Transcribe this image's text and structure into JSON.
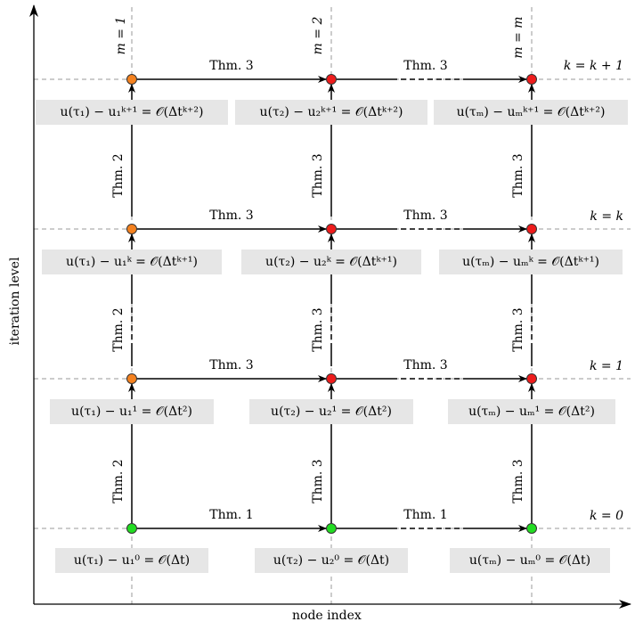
{
  "axes": {
    "x_label": "node index",
    "y_label": "iteration level"
  },
  "columns": [
    {
      "m_label": "m = 1"
    },
    {
      "m_label": "m = 2"
    },
    {
      "m_label": "m = m"
    }
  ],
  "rows": [
    {
      "k_label": "k = k + 1",
      "node_state": "orange-red",
      "h_theorems": [
        "Thm. 3",
        "Thm. 3"
      ],
      "errors": [
        {
          "lhs": "u(τ₁) − u₁ᵏ⁺¹",
          "rhs": "𝒪(Δtᵏ⁺²)"
        },
        {
          "lhs": "u(τ₂) − u₂ᵏ⁺¹",
          "rhs": "𝒪(Δtᵏ⁺²)"
        },
        {
          "lhs": "u(τₘ) − uₘᵏ⁺¹",
          "rhs": "𝒪(Δtᵏ⁺²)"
        }
      ]
    },
    {
      "k_label": "k = k",
      "node_state": "orange-red",
      "h_theorems": [
        "Thm. 3",
        "Thm. 3"
      ],
      "errors": [
        {
          "lhs": "u(τ₁) − u₁ᵏ",
          "rhs": "𝒪(Δtᵏ⁺¹)"
        },
        {
          "lhs": "u(τ₂) − u₂ᵏ",
          "rhs": "𝒪(Δtᵏ⁺¹)"
        },
        {
          "lhs": "u(τₘ) − uₘᵏ",
          "rhs": "𝒪(Δtᵏ⁺¹)"
        }
      ]
    },
    {
      "k_label": "k = 1",
      "node_state": "orange-red",
      "h_theorems": [
        "Thm. 3",
        "Thm. 3"
      ],
      "errors": [
        {
          "lhs": "u(τ₁) − u₁¹",
          "rhs": "𝒪(Δt²)"
        },
        {
          "lhs": "u(τ₂) − u₂¹",
          "rhs": "𝒪(Δt²)"
        },
        {
          "lhs": "u(τₘ) − uₘ¹",
          "rhs": "𝒪(Δt²)"
        }
      ]
    },
    {
      "k_label": "k = 0",
      "node_state": "green",
      "h_theorems": [
        "Thm. 1",
        "Thm. 1"
      ],
      "errors": [
        {
          "lhs": "u(τ₁) − u₁⁰",
          "rhs": "𝒪(Δt)"
        },
        {
          "lhs": "u(τ₂) − u₂⁰",
          "rhs": "𝒪(Δt)"
        },
        {
          "lhs": "u(τₘ) − uₘ⁰",
          "rhs": "𝒪(Δt)"
        }
      ]
    }
  ],
  "vertical_theorems": {
    "col1": "Thm. 2",
    "col2": "Thm. 3",
    "col3": "Thm. 3"
  },
  "colors": {
    "first_node": "#f5821f",
    "later_node": "#ee1c1c",
    "initial_node": "#22dd22",
    "label_bg": "#e6e6e6",
    "grid": "#999999"
  }
}
